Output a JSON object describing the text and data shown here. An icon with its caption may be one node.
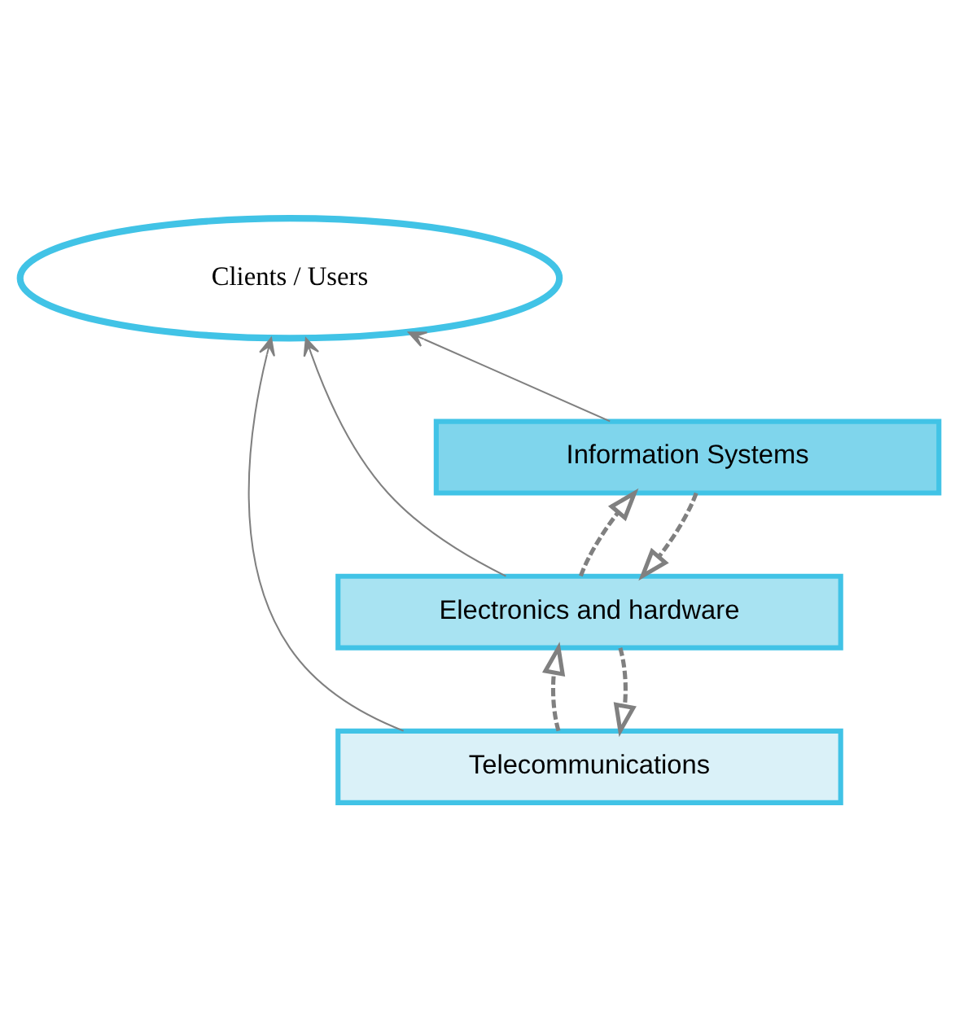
{
  "diagram": {
    "nodes": [
      {
        "text": [
          "Clients / Users"
        ]
      },
      {
        "text": [
          "Telecommunications"
        ]
      },
      {
        "text": [
          "Electronics and hardware"
        ]
      },
      {
        "text": [
          "Information Systems"
        ]
      }
    ],
    "edges": [
      {
        "from": 1,
        "to": 0,
        "arrow": "to"
      },
      {
        "from": 2,
        "to": 0,
        "arrow": "to"
      },
      {
        "from": 3,
        "to": 0,
        "arrow": "to"
      },
      {
        "from": 2,
        "to": 1,
        "arrow": "to",
        "style": "dashed"
      },
      {
        "from": 1,
        "to": 2,
        "arrow": "to",
        "style": "dashed"
      },
      {
        "from": 3,
        "to": 2,
        "arrow": "to",
        "style": "dashed"
      },
      {
        "from": 2,
        "to": 3,
        "arrow": "to",
        "style": "dashed"
      }
    ]
  }
}
